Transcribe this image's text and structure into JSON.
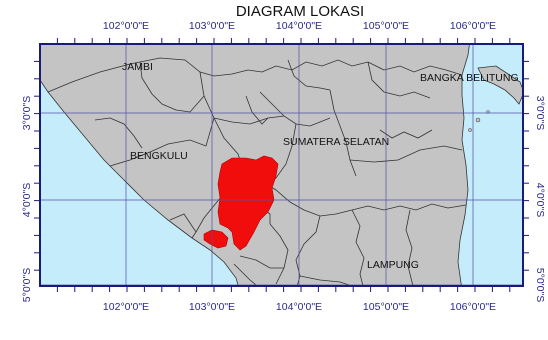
{
  "map": {
    "title": "DIAGRAM LOKASI",
    "lon_labels": [
      "102°0'0\"E",
      "103°0'0\"E",
      "104°0'0\"E",
      "105°0'0\"E",
      "106°0'0\"E"
    ],
    "lat_labels": [
      "3°0'0\"S",
      "4°0'0\"S",
      "5°0'0\"S"
    ],
    "regions": [
      "JAMBI",
      "BANGKA BELITUNG",
      "BENGKULU",
      "SUMATERA SELATAN",
      "LAMPUNG"
    ],
    "colors": {
      "sea": "#c5ecfb",
      "land": "#c4c4c4",
      "border": "#333333",
      "highlight": "#f20d0d",
      "grid": "#5050a8",
      "frame": "#1a1a7a"
    }
  }
}
